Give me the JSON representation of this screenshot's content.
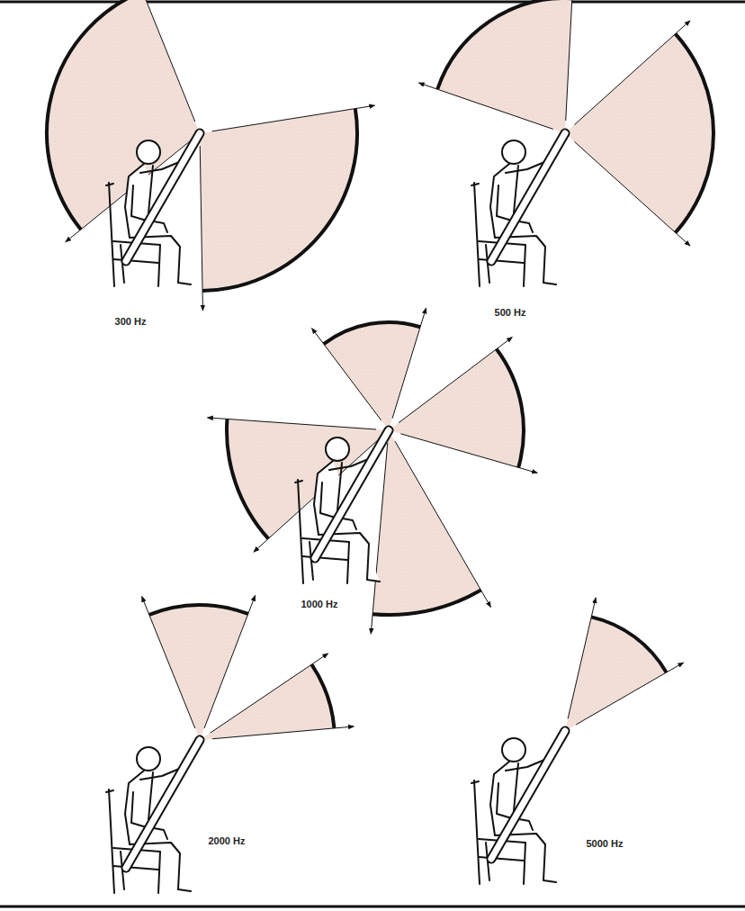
{
  "diagram": {
    "labels": [
      "300 Hz",
      "500 Hz",
      "1000 Hz",
      "2000 Hz",
      "5000 Hz"
    ]
  }
}
